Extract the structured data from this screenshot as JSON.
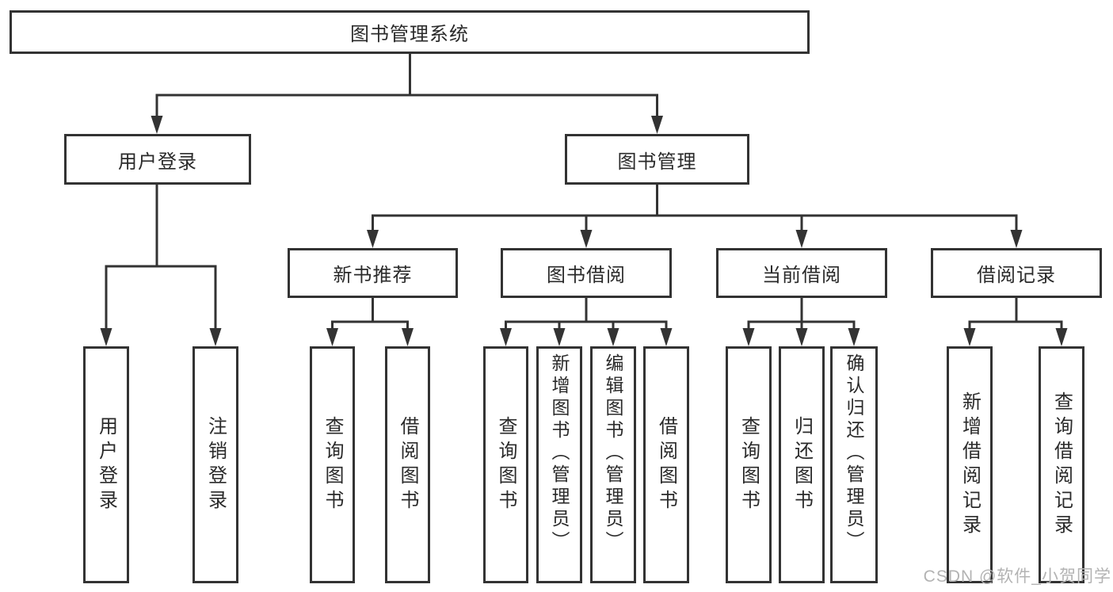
{
  "diagram": {
    "title": "图书管理系统",
    "level2": {
      "user_login": "用户登录",
      "book_manage": "图书管理"
    },
    "level3": {
      "new_book": "新书推荐",
      "book_borrow": "图书借阅",
      "current_borrow": "当前借阅",
      "borrow_record": "借阅记录"
    },
    "leaves": {
      "user_login": "用户登录",
      "logout": "注销登录",
      "nb_query_book": "查询图书",
      "nb_borrow_book": "借阅图书",
      "bb_query_book": "查询图书",
      "bb_add_book": "新增图书（管理员）",
      "bb_edit_book": "编辑图书（管理员）",
      "bb_borrow_book": "借阅图书",
      "cb_query_book": "查询图书",
      "cb_return_book": "归还图书",
      "cb_confirm_return": "确认归还（管理员）",
      "br_add_record": "新增借阅记录",
      "br_query_record": "查询借阅记录"
    },
    "watermark": "CSDN @软件_小贺同学",
    "colors": {
      "line": "#333333",
      "text": "#2a2a2a",
      "background": "#ffffff",
      "watermark": "#b3b3b3"
    }
  }
}
